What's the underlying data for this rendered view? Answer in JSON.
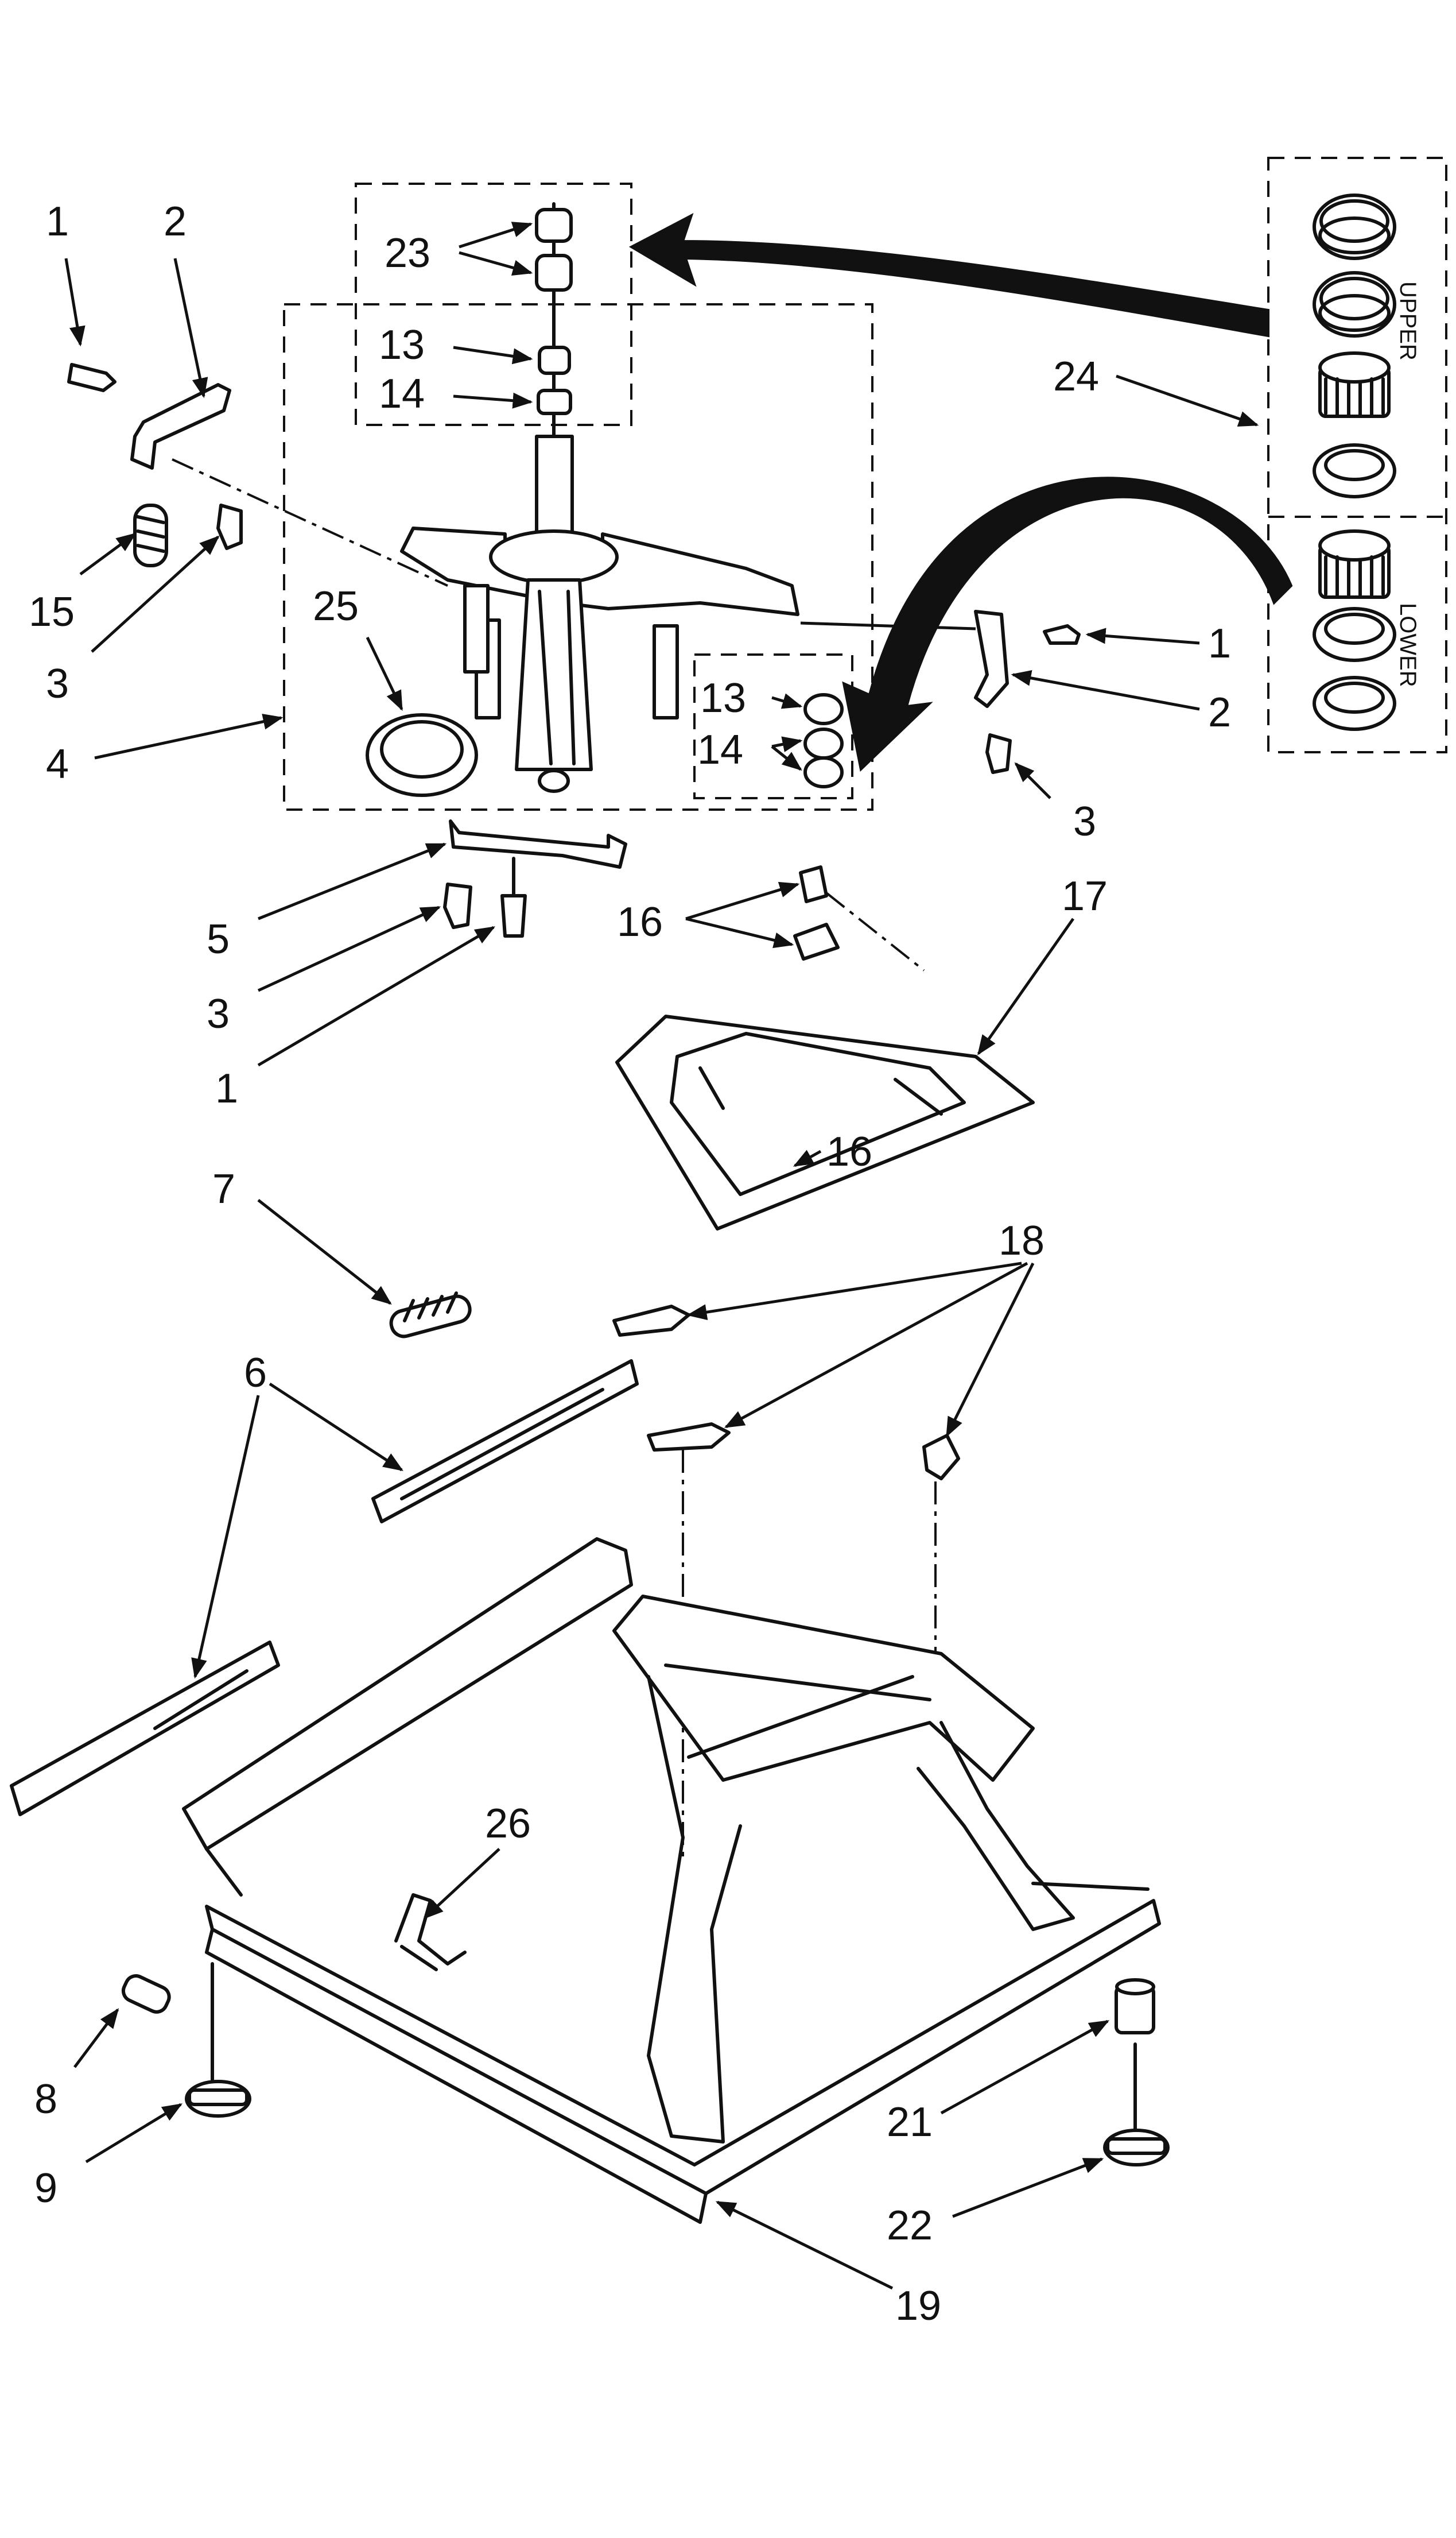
{
  "diagram": {
    "type": "exploded-parts-diagram",
    "callouts": {
      "c1": "1",
      "c2": "2",
      "c15": "15",
      "c3": "3",
      "c4": "4",
      "c23": "23",
      "c13": "13",
      "c14": "14",
      "c25": "25",
      "c1b": "1",
      "c2b": "2",
      "c3b": "3",
      "c13b": "13",
      "c14b": "14",
      "c24": "24",
      "c5": "5",
      "c3c": "3",
      "c1c": "1",
      "c16": "16",
      "c16b": "16",
      "c17": "17",
      "c7": "7",
      "c18": "18",
      "c6": "6",
      "c26": "26",
      "c8": "8",
      "c9": "9",
      "c21": "21",
      "c22": "22",
      "c19": "19"
    },
    "kit_labels": {
      "upper": "UPPER",
      "lower": "LOWER"
    }
  }
}
